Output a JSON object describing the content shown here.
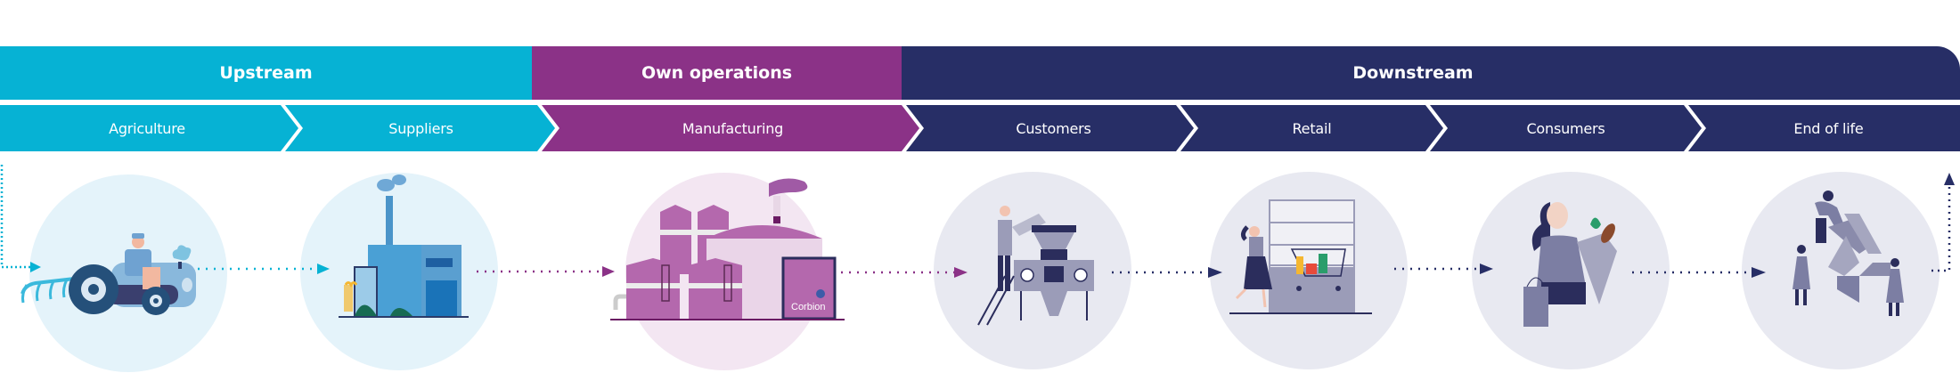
{
  "colors": {
    "upstream": "#06b2d4",
    "own_operations": "#8b3287",
    "downstream": "#272e66",
    "upstream_circle": "#e4f3fa",
    "own_circle": "#f3e6f2",
    "downstream_circle": "#e8e9f1"
  },
  "groups": [
    {
      "label": "Upstream",
      "color_key": "upstream"
    },
    {
      "label": "Own operations",
      "color_key": "own_operations"
    },
    {
      "label": "Downstream",
      "color_key": "downstream"
    }
  ],
  "stages": [
    {
      "label": "Agriculture",
      "group": "Upstream",
      "icon": "tractor-icon"
    },
    {
      "label": "Suppliers",
      "group": "Upstream",
      "icon": "supplier-factory-icon"
    },
    {
      "label": "Manufacturing",
      "group": "Own operations",
      "icon": "manufacturing-plant-icon"
    },
    {
      "label": "Customers",
      "group": "Downstream",
      "icon": "processing-machine-icon"
    },
    {
      "label": "Retail",
      "group": "Downstream",
      "icon": "shopping-cart-icon"
    },
    {
      "label": "Consumers",
      "group": "Downstream",
      "icon": "shopper-icon"
    },
    {
      "label": "End of life",
      "group": "Downstream",
      "icon": "recycling-icon"
    }
  ],
  "brand_label": "Corbion"
}
